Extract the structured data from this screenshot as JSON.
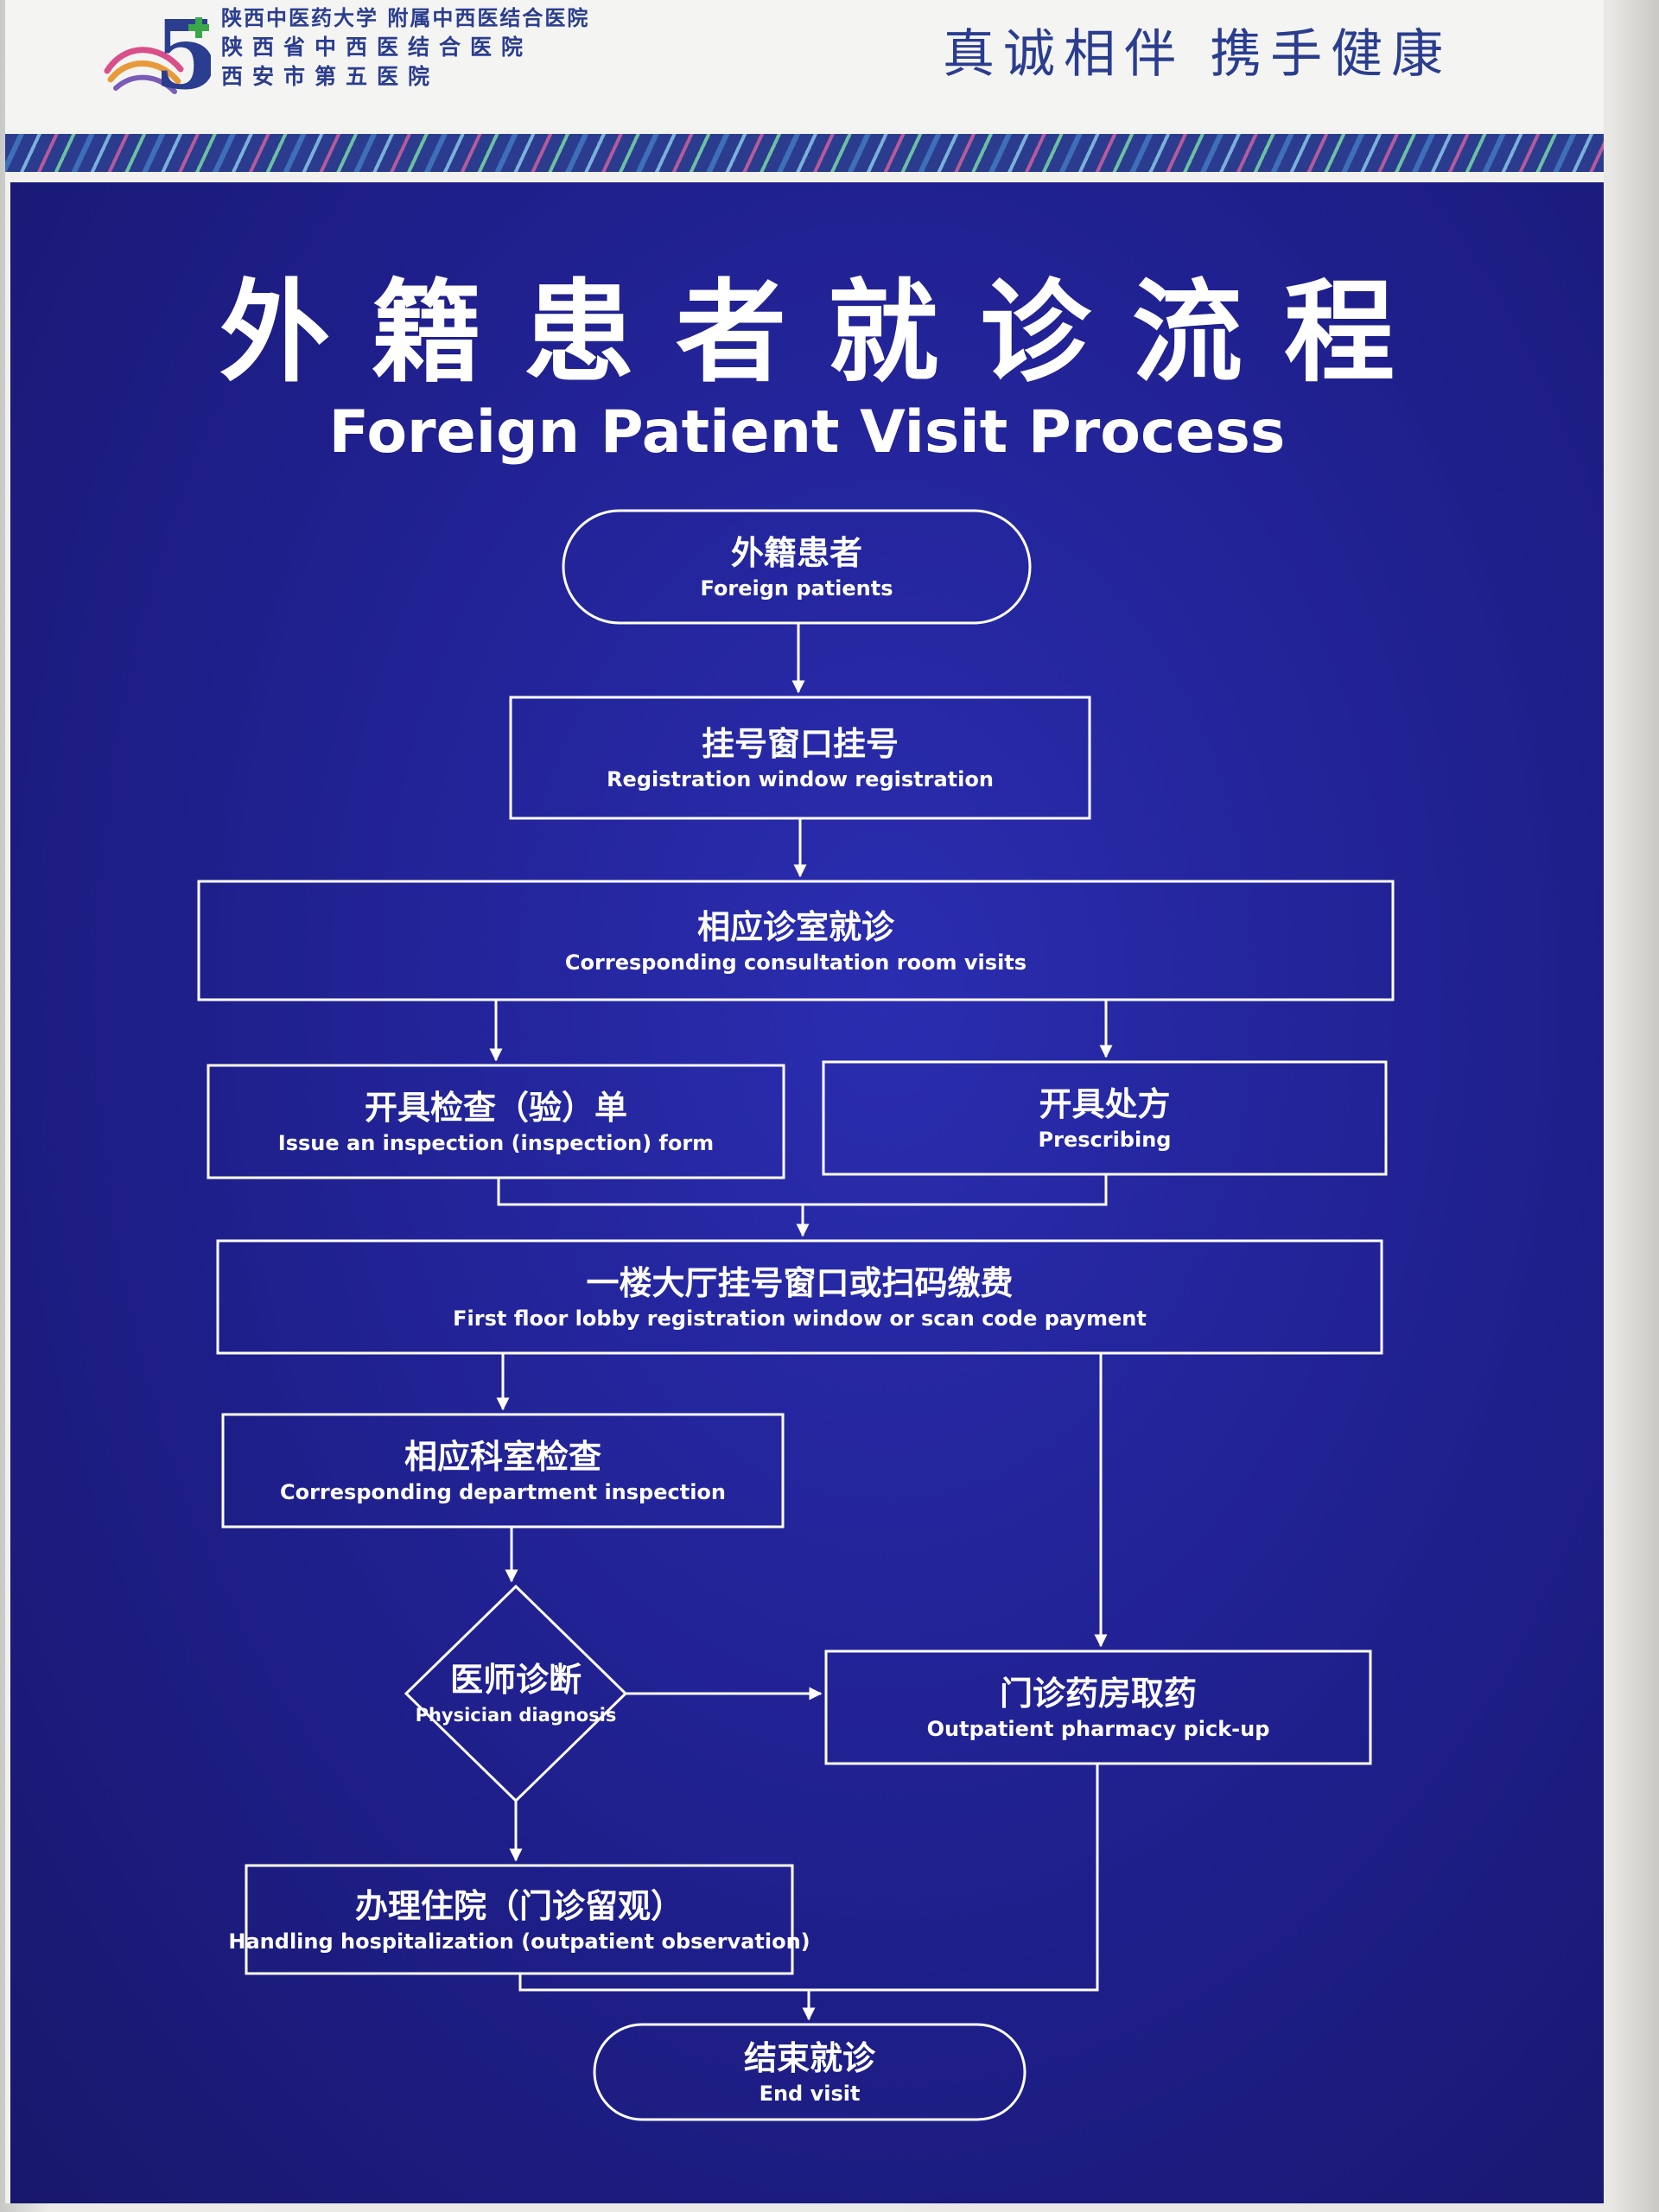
{
  "header": {
    "hospital_line1": "陕西中医药大学 附属中西医结合医院",
    "hospital_line2": "陕西省中西医结合医院",
    "hospital_line3": "西安市第五医院",
    "logo_numeral": "5",
    "slogan": "真诚相伴  携手健康"
  },
  "title": {
    "cn": "外籍患者就诊流程",
    "en": "Foreign Patient Visit Process"
  },
  "flow": {
    "start": {
      "cn": "外籍患者",
      "en": "Foreign patients"
    },
    "registration": {
      "cn": "挂号窗口挂号",
      "en": "Registration window registration"
    },
    "consultation": {
      "cn": "相应诊室就诊",
      "en": "Corresponding consultation room visits"
    },
    "inspection_form": {
      "cn": "开具检查（验）单",
      "en": "Issue an inspection (inspection) form"
    },
    "prescribing": {
      "cn": "开具处方",
      "en": "Prescribing"
    },
    "payment": {
      "cn": "一楼大厅挂号窗口或扫码缴费",
      "en": "First floor lobby registration window or scan code payment"
    },
    "dept_inspection": {
      "cn": "相应科室检查",
      "en": "Corresponding department inspection"
    },
    "diagnosis": {
      "cn": "医师诊断",
      "en": "Physician diagnosis"
    },
    "pharmacy": {
      "cn": "门诊药房取药",
      "en": "Outpatient pharmacy pick-up"
    },
    "hospitalization": {
      "cn": "办理住院（门诊留观）",
      "en": "Handling hospitalization (outpatient observation)"
    },
    "end": {
      "cn": "结束就诊",
      "en": "End visit"
    }
  },
  "colors": {
    "panel": "#1f1f8c",
    "line": "#ffffff",
    "brand": "#2a3d8f"
  }
}
